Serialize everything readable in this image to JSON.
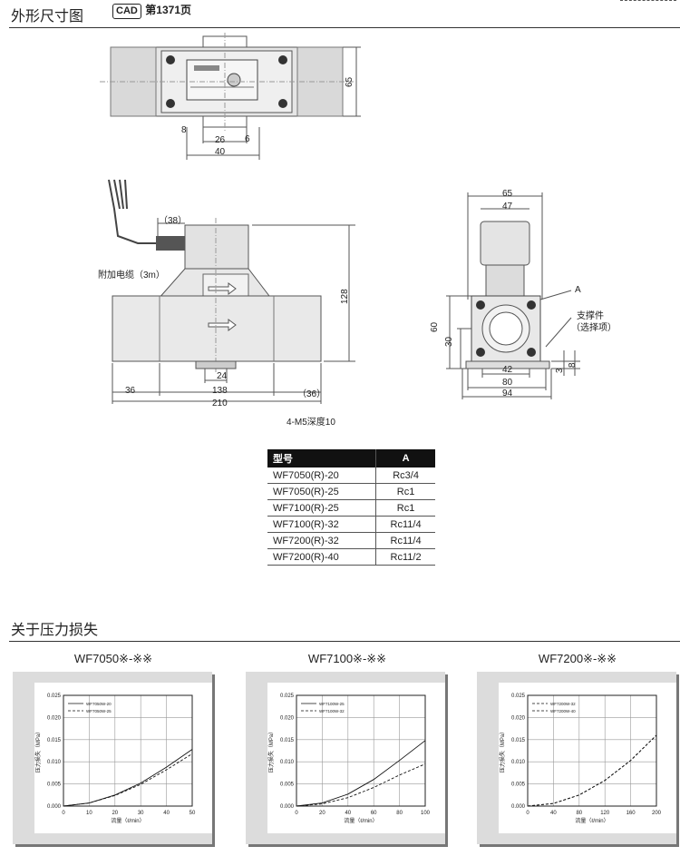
{
  "header": {
    "title": "外形尺寸图",
    "cad_badge": "CAD",
    "page_ref": "第1371页"
  },
  "top_view": {
    "dims": {
      "height": "65",
      "d8": "8",
      "d26": "26",
      "d6": "6",
      "d40": "40"
    }
  },
  "side_view": {
    "cable_len": "（38）",
    "cable_note": "附加电缆（3m）",
    "dims": {
      "height": "128",
      "d24": "24",
      "d36": "36",
      "d138": "138",
      "d36p": "（36）",
      "d210": "210"
    },
    "note": "4-M5深度10"
  },
  "end_view": {
    "dims": {
      "w65": "65",
      "w47": "47",
      "h60": "60",
      "h30": "30",
      "w42": "42",
      "w80": "80",
      "w94": "94",
      "d3": "3",
      "d8": "8"
    },
    "label_a": "A",
    "support_label_1": "支撑件",
    "support_label_2": "（选择项）"
  },
  "spec_table": {
    "headers": [
      "型号",
      "A"
    ],
    "rows": [
      [
        "WF7050(R)-20",
        "Rc3/4"
      ],
      [
        "WF7050(R)-25",
        "Rc1"
      ],
      [
        "WF7100(R)-25",
        "Rc1"
      ],
      [
        "WF7100(R)-32",
        "Rc11/4"
      ],
      [
        "WF7200(R)-32",
        "Rc11/4"
      ],
      [
        "WF7200(R)-40",
        "Rc11/2"
      ]
    ]
  },
  "section2": {
    "title": "关于压力损失"
  },
  "chart_data": [
    {
      "type": "line",
      "title": "WF7050※-※※",
      "xlabel": "流量（ℓ/min）",
      "ylabel": "压力损失（MPa）",
      "xlim": [
        0,
        50
      ],
      "ylim": [
        0,
        0.025
      ],
      "xticks": [
        "0",
        "10",
        "20",
        "30",
        "40",
        "50"
      ],
      "yticks": [
        "0.000",
        "0.005",
        "0.010",
        "0.015",
        "0.020",
        "0.025"
      ],
      "legend_position": "top-left",
      "grid": true,
      "series": [
        {
          "name": "WF7050W-20",
          "dash": false,
          "x": [
            0,
            10,
            20,
            30,
            40,
            50
          ],
          "y": [
            0,
            0.0007,
            0.0025,
            0.0052,
            0.0088,
            0.0128
          ]
        },
        {
          "name": "WF7050W-25",
          "dash": true,
          "x": [
            0,
            10,
            20,
            30,
            40,
            50
          ],
          "y": [
            0,
            0.0007,
            0.0024,
            0.0049,
            0.0082,
            0.0118
          ]
        }
      ]
    },
    {
      "type": "line",
      "title": "WF7100※-※※",
      "xlabel": "流量（ℓ/min）",
      "ylabel": "压力损失（MPa）",
      "xlim": [
        0,
        100
      ],
      "ylim": [
        0,
        0.025
      ],
      "xticks": [
        "0",
        "20",
        "40",
        "60",
        "80",
        "100"
      ],
      "yticks": [
        "0.000",
        "0.005",
        "0.010",
        "0.015",
        "0.020",
        "0.025"
      ],
      "legend_position": "top-left",
      "grid": true,
      "series": [
        {
          "name": "WF7100W-25",
          "dash": false,
          "x": [
            0,
            20,
            40,
            60,
            80,
            100
          ],
          "y": [
            0,
            0.0007,
            0.0027,
            0.006,
            0.0103,
            0.0148
          ]
        },
        {
          "name": "WF7100W-32",
          "dash": true,
          "x": [
            0,
            20,
            40,
            60,
            80,
            100
          ],
          "y": [
            0,
            0.0005,
            0.0019,
            0.0042,
            0.007,
            0.0095
          ]
        }
      ]
    },
    {
      "type": "line",
      "title": "WF7200※-※※",
      "xlabel": "流量（ℓ/min）",
      "ylabel": "压力损失（MPa）",
      "xlim": [
        0,
        200
      ],
      "ylim": [
        0,
        0.025
      ],
      "xticks": [
        "0",
        "40",
        "80",
        "120",
        "160",
        "200"
      ],
      "yticks": [
        "0.000",
        "0.005",
        "0.010",
        "0.015",
        "0.020",
        "0.025"
      ],
      "legend_position": "top-left",
      "grid": true,
      "series": [
        {
          "name": "WF7200W-32",
          "dash": true,
          "x": [
            0,
            40,
            80,
            120,
            160,
            200
          ],
          "y": [
            0,
            0.0006,
            0.0025,
            0.0058,
            0.0103,
            0.016
          ]
        },
        {
          "name": "WF7200W-40",
          "dash": true,
          "x": [
            0,
            40,
            80,
            120,
            160,
            200
          ],
          "y": [
            0,
            0.0006,
            0.0025,
            0.0058,
            0.0103,
            0.016
          ]
        }
      ]
    }
  ]
}
